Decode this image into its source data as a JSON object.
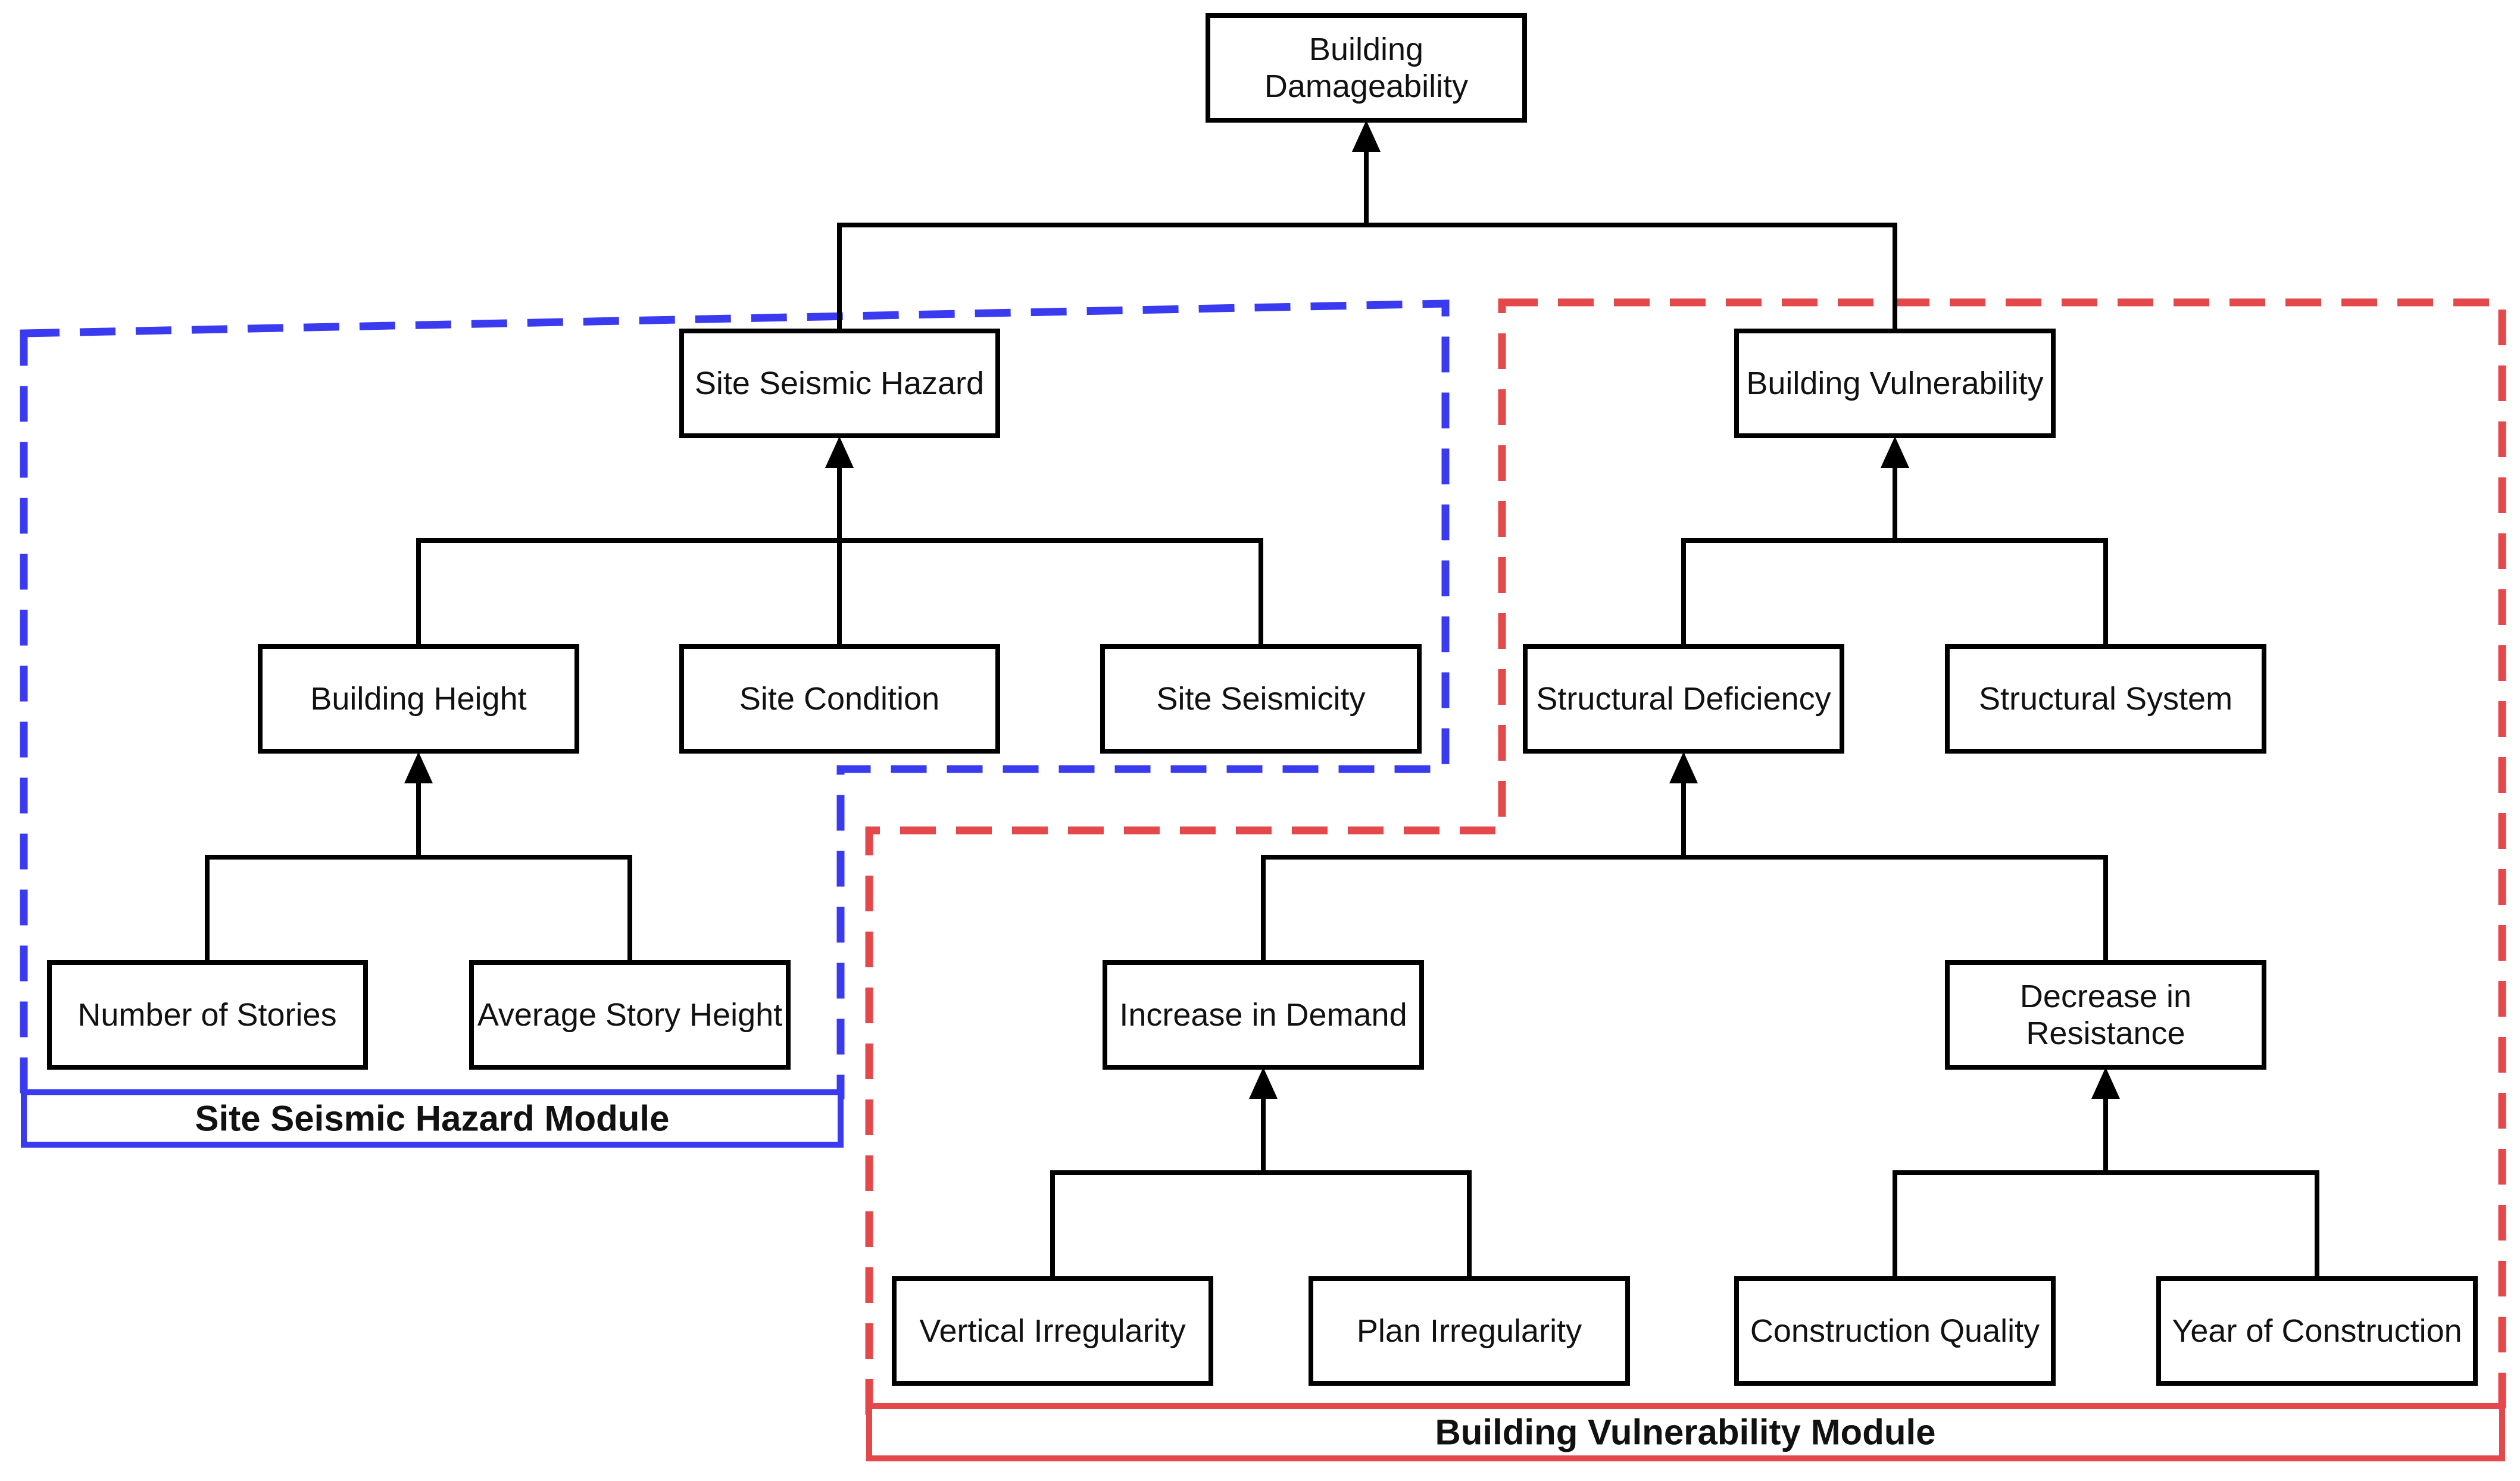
{
  "colors": {
    "hazard_module": "#3a3af0",
    "vulnerability_module": "#e5484a",
    "line": "#000000",
    "box_fill": "#ffffff"
  },
  "nodes": {
    "building_damageability": "Building\nDamageability",
    "site_seismic_hazard": "Site Seismic Hazard",
    "building_vulnerability": "Building Vulnerability",
    "building_height": "Building Height",
    "site_condition": "Site Condition",
    "site_seismicity": "Site Seismicity",
    "structural_deficiency": "Structural Deficiency",
    "structural_system": "Structural System",
    "number_of_stories": "Number of Stories",
    "average_story_height": "Average Story Height",
    "increase_in_demand": "Increase in Demand",
    "decrease_in_resistance": "Decrease in\nResistance",
    "vertical_irregularity": "Vertical Irregularity",
    "plan_irregularity": "Plan Irregularity",
    "construction_quality": "Construction Quality",
    "year_of_construction": "Year of Construction"
  },
  "modules": {
    "hazard_label": "Site Seismic Hazard Module",
    "vulnerability_label": "Building Vulnerability Module"
  },
  "edges": [
    {
      "from": [
        "site_seismic_hazard",
        "building_vulnerability"
      ],
      "to": "building_damageability"
    },
    {
      "from": [
        "building_height",
        "site_condition",
        "site_seismicity"
      ],
      "to": "site_seismic_hazard"
    },
    {
      "from": [
        "structural_deficiency",
        "structural_system"
      ],
      "to": "building_vulnerability"
    },
    {
      "from": [
        "number_of_stories",
        "average_story_height"
      ],
      "to": "building_height"
    },
    {
      "from": [
        "increase_in_demand",
        "decrease_in_resistance"
      ],
      "to": "structural_deficiency"
    },
    {
      "from": [
        "vertical_irregularity",
        "plan_irregularity"
      ],
      "to": "increase_in_demand"
    },
    {
      "from": [
        "construction_quality",
        "year_of_construction"
      ],
      "to": "decrease_in_resistance"
    }
  ]
}
